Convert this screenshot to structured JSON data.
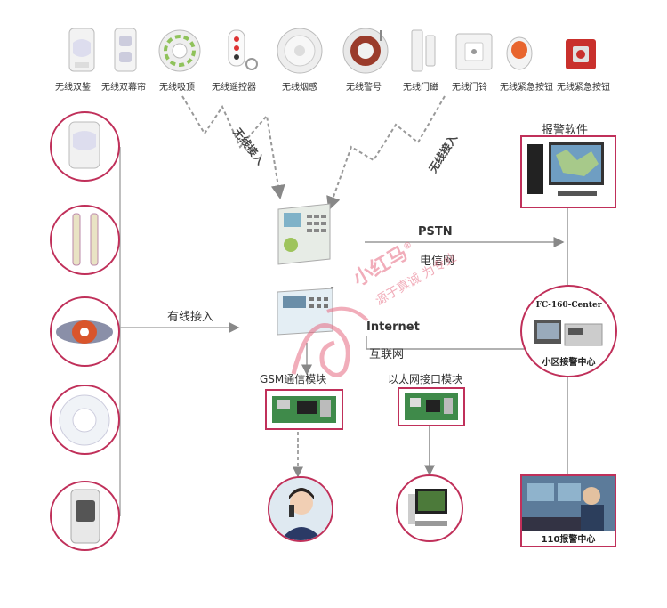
{
  "devices": [
    {
      "label": "无线双鉴",
      "icon": "dual-tech-detector-icon"
    },
    {
      "label": "无线双幕帘",
      "icon": "dual-curtain-detector-icon"
    },
    {
      "label": "无线吸顶",
      "icon": "ceiling-detector-icon"
    },
    {
      "label": "无线遥控器",
      "icon": "remote-control-icon"
    },
    {
      "label": "无线烟感",
      "icon": "smoke-detector-icon"
    },
    {
      "label": "无线警号",
      "icon": "siren-icon"
    },
    {
      "label": "无线门磁",
      "icon": "door-magnet-icon"
    },
    {
      "label": "无线门铃",
      "icon": "doorbell-icon"
    },
    {
      "label": "无线紧急按钮",
      "icon": "emergency-button-icon"
    },
    {
      "label": "无线紧急按钮",
      "icon": "emergency-button-icon"
    }
  ],
  "labels": {
    "wireless_left": "无线接入",
    "wireless_right": "无线接入",
    "wired": "有线接入",
    "pstn": "PSTN",
    "telecom": "电信网",
    "internet": "Internet",
    "internet_cn": "互联网",
    "gsm_module": "GSM通信模块",
    "ethernet_module": "以太网接口模块",
    "alarm_software": "报警软件",
    "center_title": "FC-160-Center",
    "center_sub": "小区接警中心",
    "police_center": "110报警中心"
  },
  "watermark": {
    "brand": "小红马",
    "reg": "®",
    "slogan": "源于真诚 为专业"
  },
  "colors": {
    "accent": "#c0305a",
    "line": "#999999",
    "dashed": "#888888",
    "watermark": "#e66b82"
  }
}
